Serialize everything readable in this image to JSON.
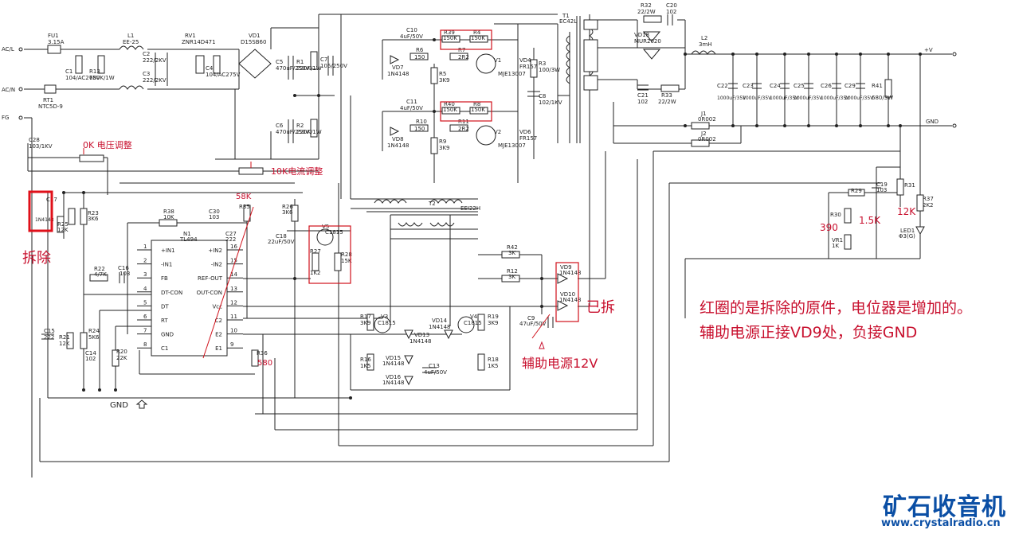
{
  "annotations": {
    "voltage_pot": "0K 电压调整",
    "current_pot": "10K电流调整",
    "removed_left": "拆除",
    "removed_right": "已拆",
    "aux_supply": "辅助电源12V",
    "note": "红圈的是拆除的原件，电位器是增加的。辅助电源正接VD9处，负接GND",
    "r35_value": "58K",
    "r36_value": "580",
    "r37_value": "12K",
    "r31_value": "1.5K",
    "r30_value": "390"
  },
  "terminals": {
    "ac_l": "AC/L",
    "ac_n": "AC/N",
    "fg": "FG",
    "vplus": "+V",
    "gnd_out": "GND",
    "gnd_bottom": "GND"
  },
  "ic": {
    "name": "N1",
    "part": "TL494",
    "left_pins": [
      {
        "num": "1",
        "name": "+IN1"
      },
      {
        "num": "2",
        "name": "-IN1"
      },
      {
        "num": "3",
        "name": "FB"
      },
      {
        "num": "4",
        "name": "DT-CON"
      },
      {
        "num": "5",
        "name": "DT"
      },
      {
        "num": "6",
        "name": "RT"
      },
      {
        "num": "7",
        "name": "GND"
      },
      {
        "num": "8",
        "name": "C1"
      }
    ],
    "right_pins": [
      {
        "num": "16",
        "name": "+IN2"
      },
      {
        "num": "15",
        "name": "-IN2"
      },
      {
        "num": "14",
        "name": "REF-OUT"
      },
      {
        "num": "13",
        "name": "OUT-CON"
      },
      {
        "num": "12",
        "name": "Vcc"
      },
      {
        "num": "11",
        "name": "C2"
      },
      {
        "num": "10",
        "name": "E2"
      },
      {
        "num": "9",
        "name": "E1"
      }
    ]
  },
  "components": {
    "fu1": {
      "ref": "FU1",
      "val": "3.15A"
    },
    "l1": {
      "ref": "L1",
      "val": "EE-25"
    },
    "rv1": {
      "ref": "RV1",
      "val": "ZNR14D471"
    },
    "vd1": {
      "ref": "VD1",
      "val": "D15SB60"
    },
    "c1": {
      "ref": "C1",
      "val": "104/AC275V"
    },
    "r13": {
      "ref": "R13",
      "val": "680K/1W"
    },
    "c2": {
      "ref": "C2",
      "val": "222/2KV"
    },
    "c3": {
      "ref": "C3",
      "val": "222/2KV"
    },
    "c4": {
      "ref": "C4",
      "val": "104/AC275V"
    },
    "rt1": {
      "ref": "RT1",
      "val": "NTC5D-9"
    },
    "c5": {
      "ref": "C5",
      "val": "470uF/250V"
    },
    "c6": {
      "ref": "C6",
      "val": "470uF/250V"
    },
    "r1": {
      "ref": "R1",
      "val": "220K/1W"
    },
    "r2": {
      "ref": "R2",
      "val": "220K/1W"
    },
    "c7": {
      "ref": "C7",
      "val": "105/250V"
    },
    "c28": {
      "ref": "C28",
      "val": "103/1KV"
    },
    "c10": {
      "ref": "C10",
      "val": "4uF/50V"
    },
    "c11": {
      "ref": "C11",
      "val": "4uF/50V"
    },
    "r39": {
      "ref": "R39",
      "val": "150K"
    },
    "r4": {
      "ref": "R4",
      "val": "150K"
    },
    "r40": {
      "ref": "R40",
      "val": "150K"
    },
    "r8": {
      "ref": "R8",
      "val": "150K"
    },
    "r6": {
      "ref": "R6",
      "val": "150"
    },
    "r10": {
      "ref": "R10",
      "val": "150"
    },
    "r7": {
      "ref": "R7",
      "val": "2R2"
    },
    "r11": {
      "ref": "R11",
      "val": "2R2"
    },
    "r5": {
      "ref": "R5",
      "val": "3K9"
    },
    "r9": {
      "ref": "R9",
      "val": "3K9"
    },
    "vd7": {
      "ref": "VD7",
      "val": "1N4148"
    },
    "vd8": {
      "ref": "VD8",
      "val": "1N4148"
    },
    "v1": {
      "ref": "V1",
      "val": "MJE13007"
    },
    "v2": {
      "ref": "V2",
      "val": "MJE13007"
    },
    "vd4": {
      "ref": "VD4",
      "val": "FR157"
    },
    "vd6": {
      "ref": "VD6",
      "val": "FR157"
    },
    "r3": {
      "ref": "R3",
      "val": "100/3W"
    },
    "c8": {
      "ref": "C8",
      "val": "102/1KV"
    },
    "t1": {
      "ref": "T1",
      "val": "EC42L"
    },
    "t2": {
      "ref": "T2",
      "val": "EEI22H"
    },
    "r32": {
      "ref": "R32",
      "val": "22/2W"
    },
    "c20": {
      "ref": "C20",
      "val": "102"
    },
    "vd18": {
      "ref": "VD18",
      "val": "MUR2020"
    },
    "c21": {
      "ref": "C21",
      "val": "102"
    },
    "r33": {
      "ref": "R33",
      "val": "22/2W"
    },
    "l2": {
      "ref": "L2",
      "val": "3mH"
    },
    "j1": {
      "ref": "J1",
      "val": "0R002"
    },
    "j2": {
      "ref": "J2",
      "val": "0R002"
    },
    "c22": {
      "ref": "C22",
      "val": "1000uF/35V"
    },
    "c23": {
      "ref": "C23",
      "val": "1000uF/35V"
    },
    "c24": {
      "ref": "C24",
      "val": "1000uF/35V"
    },
    "c25": {
      "ref": "C25",
      "val": "1000uF/35V"
    },
    "c26": {
      "ref": "C26",
      "val": "1000uF/35V"
    },
    "c29": {
      "ref": "C29",
      "val": "1000uF/35V"
    },
    "r41": {
      "ref": "R41",
      "val": "680/3W"
    },
    "c19": {
      "ref": "C19",
      "val": "103"
    },
    "r29": {
      "ref": "R29",
      "val": ""
    },
    "r31": {
      "ref": "R31",
      "val": ""
    },
    "r37": {
      "ref": "R37",
      "val": "2K2"
    },
    "r30": {
      "ref": "R30",
      "val": ""
    },
    "vr1": {
      "ref": "VR1",
      "val": "1K"
    },
    "led1": {
      "ref": "LED1",
      "val": "Φ3(G)"
    },
    "c17": {
      "ref": "C17",
      "val": ""
    },
    "vd17": {
      "ref": "",
      "val": "1N4148"
    },
    "r25": {
      "ref": "R25",
      "val": "12K"
    },
    "r23": {
      "ref": "R23",
      "val": "3K6"
    },
    "r38": {
      "ref": "R38",
      "val": "10K"
    },
    "c30": {
      "ref": "C30",
      "val": "103"
    },
    "r35": {
      "ref": "R35",
      "val": ""
    },
    "c27": {
      "ref": "C27",
      "val": "222"
    },
    "r26": {
      "ref": "R26",
      "val": "3K6"
    },
    "c18": {
      "ref": "C18",
      "val": "22uF/50V"
    },
    "v5": {
      "ref": "V5",
      "val": "C1815"
    },
    "r27": {
      "ref": "R27",
      "val": "1K2"
    },
    "r28": {
      "ref": "R28",
      "val": "15K"
    },
    "r22": {
      "ref": "R22",
      "val": "4/7K"
    },
    "c16": {
      "ref": "C16",
      "val": "103"
    },
    "c15": {
      "ref": "C15",
      "val": "222"
    },
    "r21": {
      "ref": "R21",
      "val": "12K"
    },
    "r24": {
      "ref": "R24",
      "val": "5K6"
    },
    "c14": {
      "ref": "C14",
      "val": "102"
    },
    "r20": {
      "ref": "R20",
      "val": "22K"
    },
    "r36": {
      "ref": "R36",
      "val": ""
    },
    "r42": {
      "ref": "R42",
      "val": "3K"
    },
    "r12": {
      "ref": "R12",
      "val": "3K"
    },
    "vd9": {
      "ref": "VD9",
      "val": "1N4148"
    },
    "vd10": {
      "ref": "VD10",
      "val": "1N4148"
    },
    "c9": {
      "ref": "C9",
      "val": "47uF/50V"
    },
    "r17": {
      "ref": "R17",
      "val": "3K9"
    },
    "v3": {
      "ref": "V3",
      "val": "C1815"
    },
    "vd13": {
      "ref": "VD13",
      "val": "1N4148"
    },
    "vd14": {
      "ref": "VD14",
      "val": "1N4148"
    },
    "v4": {
      "ref": "V4",
      "val": "C1815"
    },
    "r19": {
      "ref": "R19",
      "val": "3K9"
    },
    "r16": {
      "ref": "R16",
      "val": "1K5"
    },
    "vd15": {
      "ref": "VD15",
      "val": "1N4148"
    },
    "vd16": {
      "ref": "VD16",
      "val": "1N4148"
    },
    "c13": {
      "ref": "C13",
      "val": "4uF/50V"
    },
    "r18": {
      "ref": "R18",
      "val": "1K5"
    }
  },
  "watermark": {
    "brand": "矿石收音机",
    "site": "www.crystalradio.cn"
  }
}
